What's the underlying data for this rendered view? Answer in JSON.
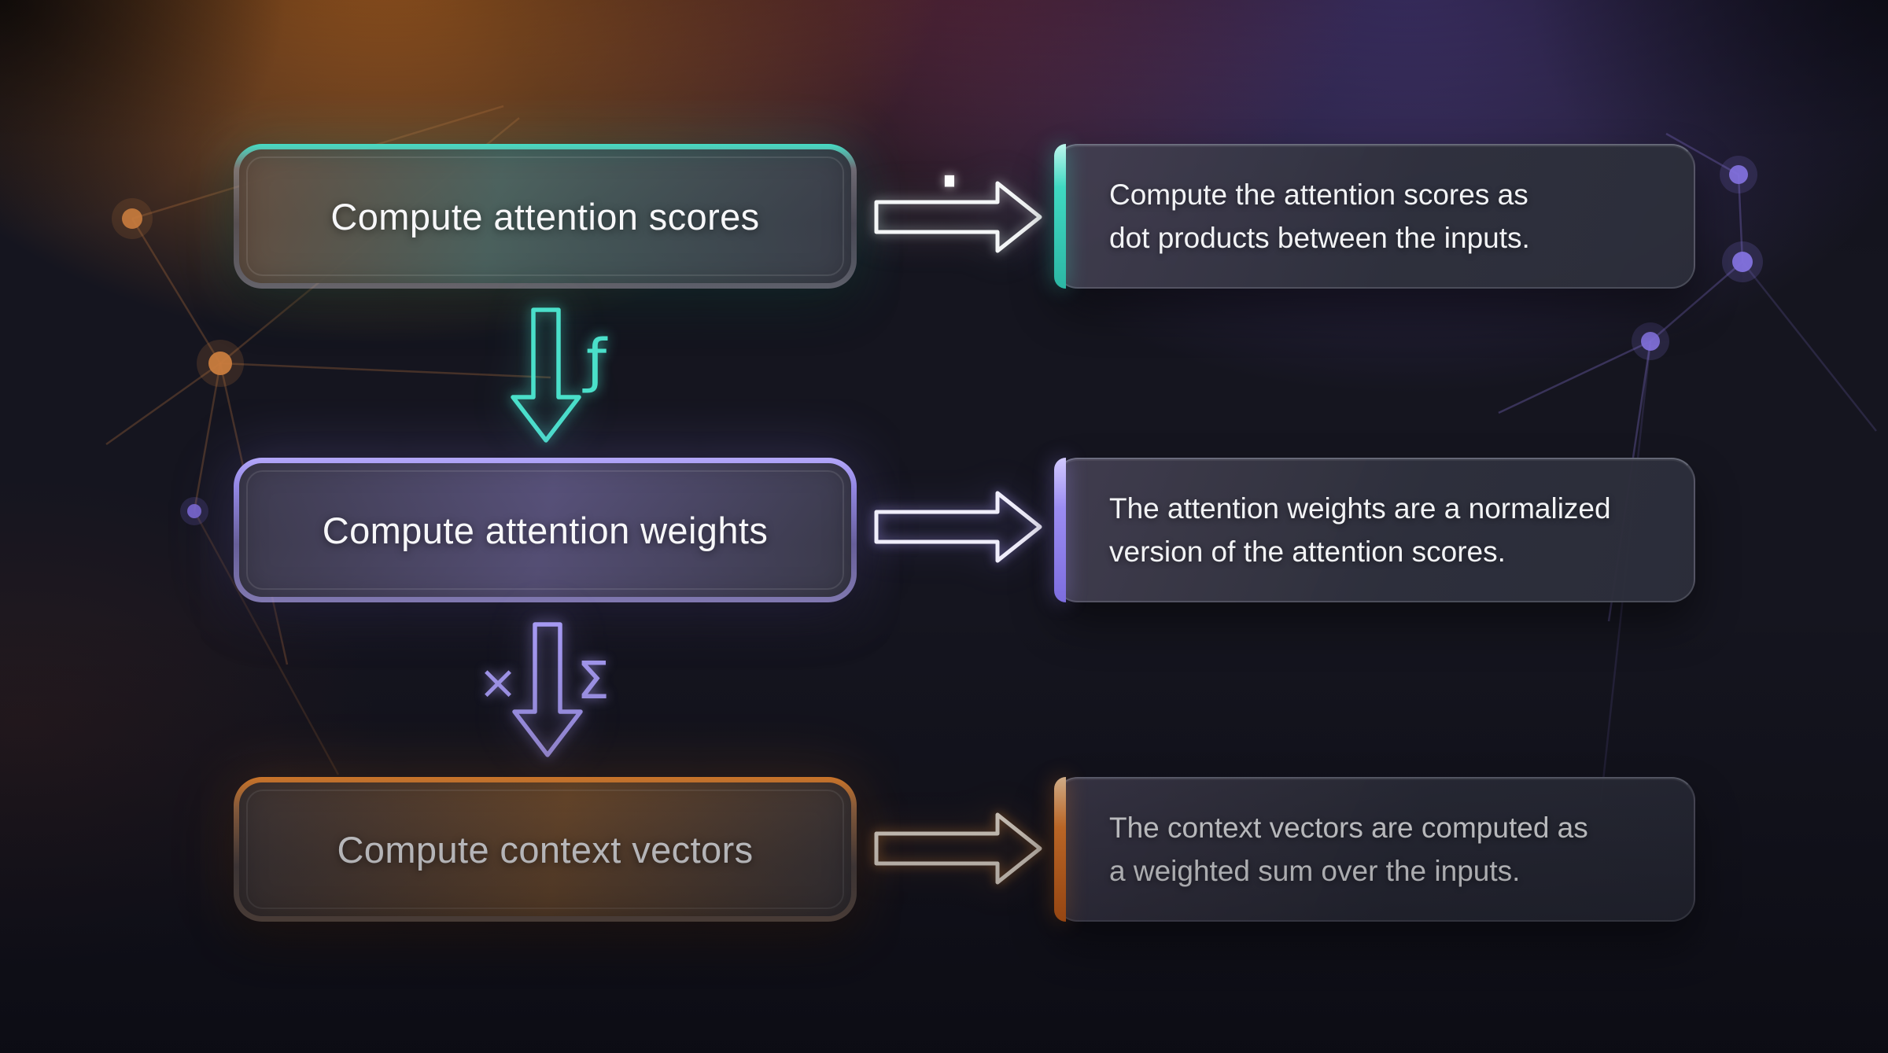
{
  "diagram": {
    "theme": {
      "background_base": "#15151f",
      "glow_orange": "#de7a24",
      "glow_magenta": "#a83a54",
      "glow_purple": "#7658ca"
    },
    "steps": [
      {
        "label": "Compute attention scores",
        "accent_color": "#45dcc6",
        "operator_out": "·",
        "description": [
          "Compute the attention scores as",
          "dot products between the inputs."
        ]
      },
      {
        "label": "Compute attention weights",
        "accent_color": "#9b8cf2",
        "description": [
          "The attention weights are a normalized",
          "version of the attention scores."
        ]
      },
      {
        "label": "Compute context vectors",
        "accent_color": "#f5852f",
        "description": [
          "The context vectors are computed as",
          "a weighted sum over the inputs."
        ]
      }
    ],
    "transitions": [
      {
        "from": "Compute attention scores",
        "to": "Compute attention weights",
        "operator": "ƒ",
        "color": "#4ae0ca"
      },
      {
        "from": "Compute attention weights",
        "to": "Compute context vectors",
        "operator_left": "×",
        "operator_right": "Σ",
        "color": "#a89cf6"
      }
    ]
  }
}
